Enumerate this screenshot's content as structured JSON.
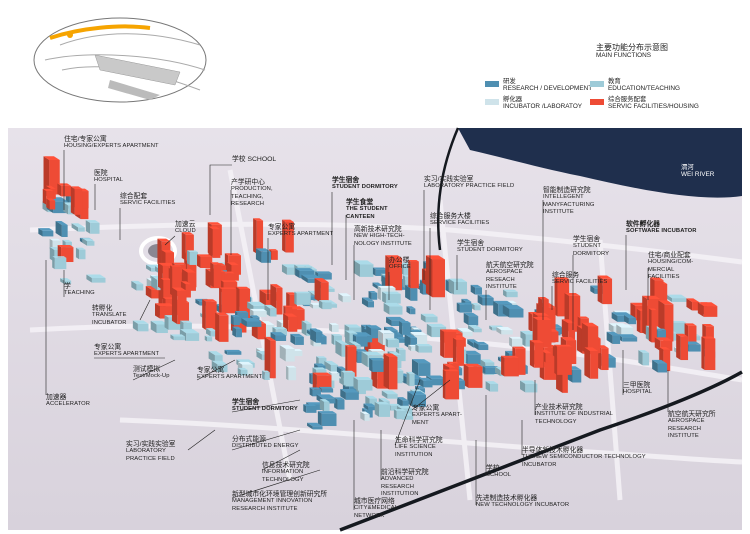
{
  "title": {
    "zh": "主要功能分布示意图",
    "en": "MAIN FUNCTIONS"
  },
  "legend": [
    {
      "zh": "研发",
      "en": "RESEARCH / DEVELOPMENT",
      "color": "#4f8fb1"
    },
    {
      "zh": "教育",
      "en": "EDUCATION/TEACHING",
      "color": "#9ecbd8"
    },
    {
      "zh": "孵化器",
      "en": "INCUBATOR /LABORATOY",
      "color": "#cfe3ea"
    },
    {
      "zh": "综合服务配套",
      "en": "SERVIC FACILITIES/HOUSING",
      "color": "#ee4b35"
    }
  ],
  "river": {
    "zh": "渭河",
    "en": "WEI RIVER"
  },
  "labels": [
    {
      "zh": "住宅/专家公寓",
      "en": "HOUSING/EXPERTS APARTMENT"
    },
    {
      "zh": "医院",
      "en": "HOSPITAL"
    },
    {
      "zh": "综合配套",
      "en": "SERVIC FACILITIES"
    },
    {
      "zh": "加速云",
      "en": "CLOUD"
    },
    {
      "zh": "学",
      "en": "TEACHING"
    },
    {
      "zh": "转孵化",
      "en": "TRANSLATE INCUBATOR"
    },
    {
      "zh": "专家公寓",
      "en": "EXPERTS APARTMENT"
    },
    {
      "zh": "测试模拟",
      "en": "Test/Mock-Up"
    },
    {
      "zh": "加速器",
      "en": "ACCELERATOR"
    },
    {
      "zh": "学校 SCHOOL",
      "en": ""
    },
    {
      "zh": "产学研中心",
      "en": "PRODUCTION, TEACHING, RESEARCH"
    },
    {
      "zh": "专家公寓",
      "en": "EXPERTS APARTMENT"
    },
    {
      "zh": "专家公寓",
      "en": "EXPERTS APARTMENT"
    },
    {
      "zh": "学生宿舍",
      "en": "STUDENT DORMITORY"
    },
    {
      "zh": "学生食堂",
      "en": "THE STUDENT CANTEEN"
    },
    {
      "zh": "高新技术研究院",
      "en": "NEW HIGH-TECH-NOLOGY INSTITUTE"
    },
    {
      "zh": "办公楼",
      "en": "OFFICE"
    },
    {
      "zh": "实习/实践实验室",
      "en": "LABORATORY PRACTICE FIELD"
    },
    {
      "zh": "综合服务大楼",
      "en": "SERVICE FACILITIES"
    },
    {
      "zh": "智能制造研究院",
      "en": "INTELLEGENT MANYFACTURING INSTITUTE"
    },
    {
      "zh": "学生宿舍",
      "en": "STUDENT DORMITORY"
    },
    {
      "zh": "航天航空研究院",
      "en": "AEROSPACE RESEACH INSTITUTE"
    },
    {
      "zh": "学生宿舍",
      "en": "STUDENT DORMITORY"
    },
    {
      "zh": "综合服务",
      "en": "SERVIC FACILITIES"
    },
    {
      "zh": "软件孵化器",
      "en": "SOFTWARE INCUBATOR"
    },
    {
      "zh": "住宅/商业配套",
      "en": "HOUSING/COM-MERCIAL FACILITIES"
    },
    {
      "zh": "三甲医院",
      "en": "HOSPITAL"
    },
    {
      "zh": "航空航天研究所",
      "en": "AEROSPACE RESEARCH INSTITUTE"
    },
    {
      "zh": "学生宿舍",
      "en": "STUDENT DORMITORY"
    },
    {
      "zh": "实习/实践实验室",
      "en": "LABORATORY PRACTICE FIELD"
    },
    {
      "zh": "分布式能源",
      "en": "DISTRIBUTED ENERGY"
    },
    {
      "zh": "信息技术研究院",
      "en": "INFORMATION TECHNOLOGY"
    },
    {
      "zh": "新型城市化环境管理创新研究所",
      "en": "MANAGEMENT INNOVATION RESEARCH INSTITUTE"
    },
    {
      "zh": "城市医疗网络",
      "en": "CITY&MEDICAL NETWORK"
    },
    {
      "zh": "前沿科学研究院",
      "en": "ADVANCED RESEARCH INSTITUTION"
    },
    {
      "zh": "生命科学研究院",
      "en": "LIFE SCIENCE INSTITUTION"
    },
    {
      "zh": "专家公寓",
      "en": "EXPERTS APART-MENT"
    },
    {
      "zh": "学校",
      "en": "SCHOOL"
    },
    {
      "zh": "先进制造技术孵化器",
      "en": "NEW TECHNOLOGY INCUBATOR"
    },
    {
      "zh": "产业技术研究院",
      "en": "INSTITUTE OF INDUSTRIAL TECHNOLOGY"
    },
    {
      "zh": "半导体新技术孵化器",
      "en": "THENEW SEMICONDUCTOR TECHNOLOGY INCUBATOR"
    }
  ]
}
